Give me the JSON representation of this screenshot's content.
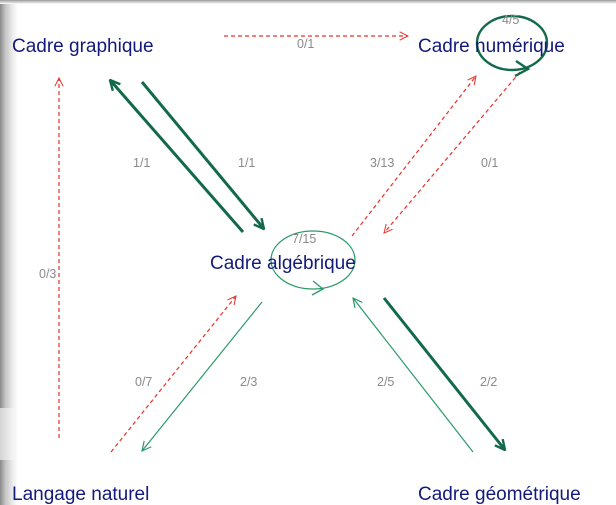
{
  "nodes": {
    "graphique": "Cadre graphique",
    "numerique": "Cadre numérique",
    "algebrique": "Cadre algébrique",
    "naturel": "Langage naturel",
    "geometrique": "Cadre géométrique"
  },
  "labels": {
    "graph_to_num": "0/1",
    "num_loop": "4/5",
    "alg_loop": "7/15",
    "graph_to_alg": "1/1",
    "alg_to_graph": "1/1",
    "alg_to_num": "3/13",
    "num_to_alg": "0/1",
    "nat_to_graph": "0/3",
    "nat_to_alg": "0/7",
    "alg_to_nat": "2/3",
    "geo_to_alg": "2/5",
    "alg_to_geo": "2/2"
  },
  "colors": {
    "node_text": "#131a7a",
    "strong_arrow": "#136a4a",
    "thin_arrow": "#2a9a6a",
    "dashed_arrow": "#e8302a",
    "number_text": "#8a8a8a"
  }
}
